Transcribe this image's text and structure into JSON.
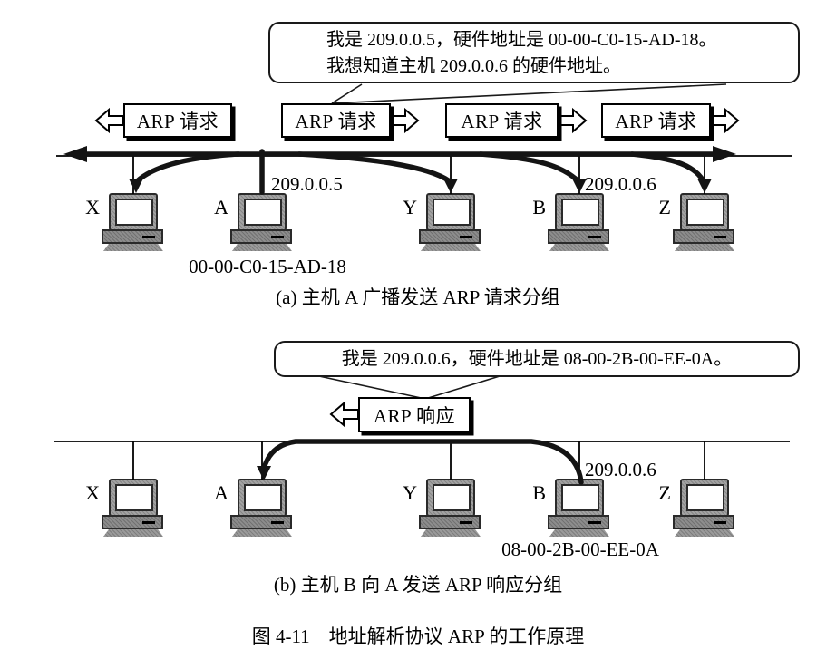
{
  "figure": {
    "hosts": [
      "X",
      "A",
      "Y",
      "B",
      "Z"
    ],
    "part_a": {
      "bubble": {
        "line1": "我是 209.0.0.5，硬件地址是 00-00-C0-15-AD-18。",
        "line2": "我想知道主机 209.0.0.6 的硬件地址。"
      },
      "arp_request_labels": [
        "ARP 请求",
        "ARP 请求",
        "ARP 请求",
        "ARP 请求"
      ],
      "ip_label_a": "209.0.0.5",
      "ip_label_b": "209.0.0.6",
      "mac_label_a": "00-00-C0-15-AD-18",
      "caption": "(a) 主机 A 广播发送 ARP 请求分组"
    },
    "part_b": {
      "bubble": {
        "line1": "我是 209.0.0.6，硬件地址是 08-00-2B-00-EE-0A。"
      },
      "arp_reply_label": "ARP 响应",
      "ip_label_b": "209.0.0.6",
      "mac_label_b": "08-00-2B-00-EE-0A",
      "caption": "(b) 主机 B 向 A 发送 ARP 响应分组"
    },
    "figure_caption": "图 4-11　地址解析协议 ARP 的工作原理"
  }
}
